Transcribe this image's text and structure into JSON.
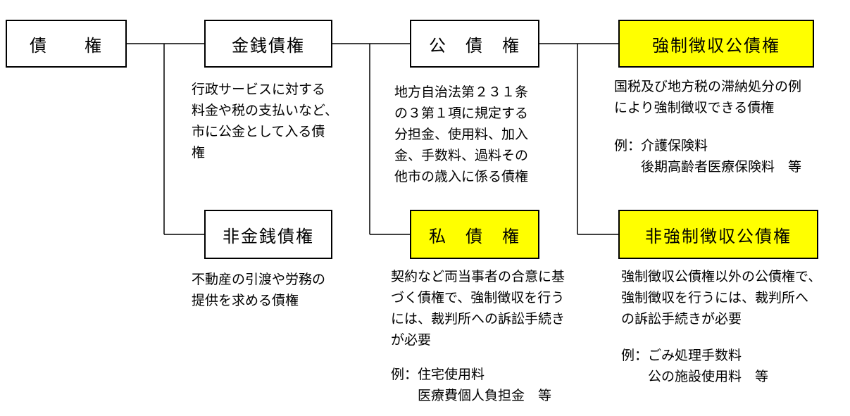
{
  "colors": {
    "highlight": "#ffff00",
    "line": "#000000"
  },
  "nodes": {
    "root": {
      "label": "債　　権"
    },
    "monetary": {
      "label": "金銭債権",
      "description": "行政サービスに対する\n料金や税の支払いなど、\n市に公金として入る債\n権"
    },
    "non_monetary": {
      "label": "非金銭債権",
      "description": "不動産の引渡や労務の\n提供を求める債権"
    },
    "public": {
      "label": "公　債　権",
      "description": "地方自治法第２３１条\nの３第１項に規定する\n分担金、使用料、加入\n金、手数料、過料その\n他市の歳入に係る債権"
    },
    "private": {
      "label": "私　債　権",
      "description": "契約など両当事者の合意に基\nづく債権で、強制徴収を行う\nには、裁判所への訴訟手続き\nが必要",
      "example": "例：住宅使用料\n　　医療費個人負担金　等"
    },
    "forced": {
      "label": "強制徴収公債権",
      "description": "国税及び地方税の滞納処分の例\nにより強制徴収できる債権",
      "example": "例：介護保険料\n　　後期高齢者医療保険料　等"
    },
    "non_forced": {
      "label": "非強制徴収公債権",
      "description": "強制徴収公債権以外の公債権で、\n強制徴収を行うには、裁判所へ\nの訴訟手続きが必要",
      "example": "例：ごみ処理手数料\n　　公の施設使用料　等"
    }
  }
}
